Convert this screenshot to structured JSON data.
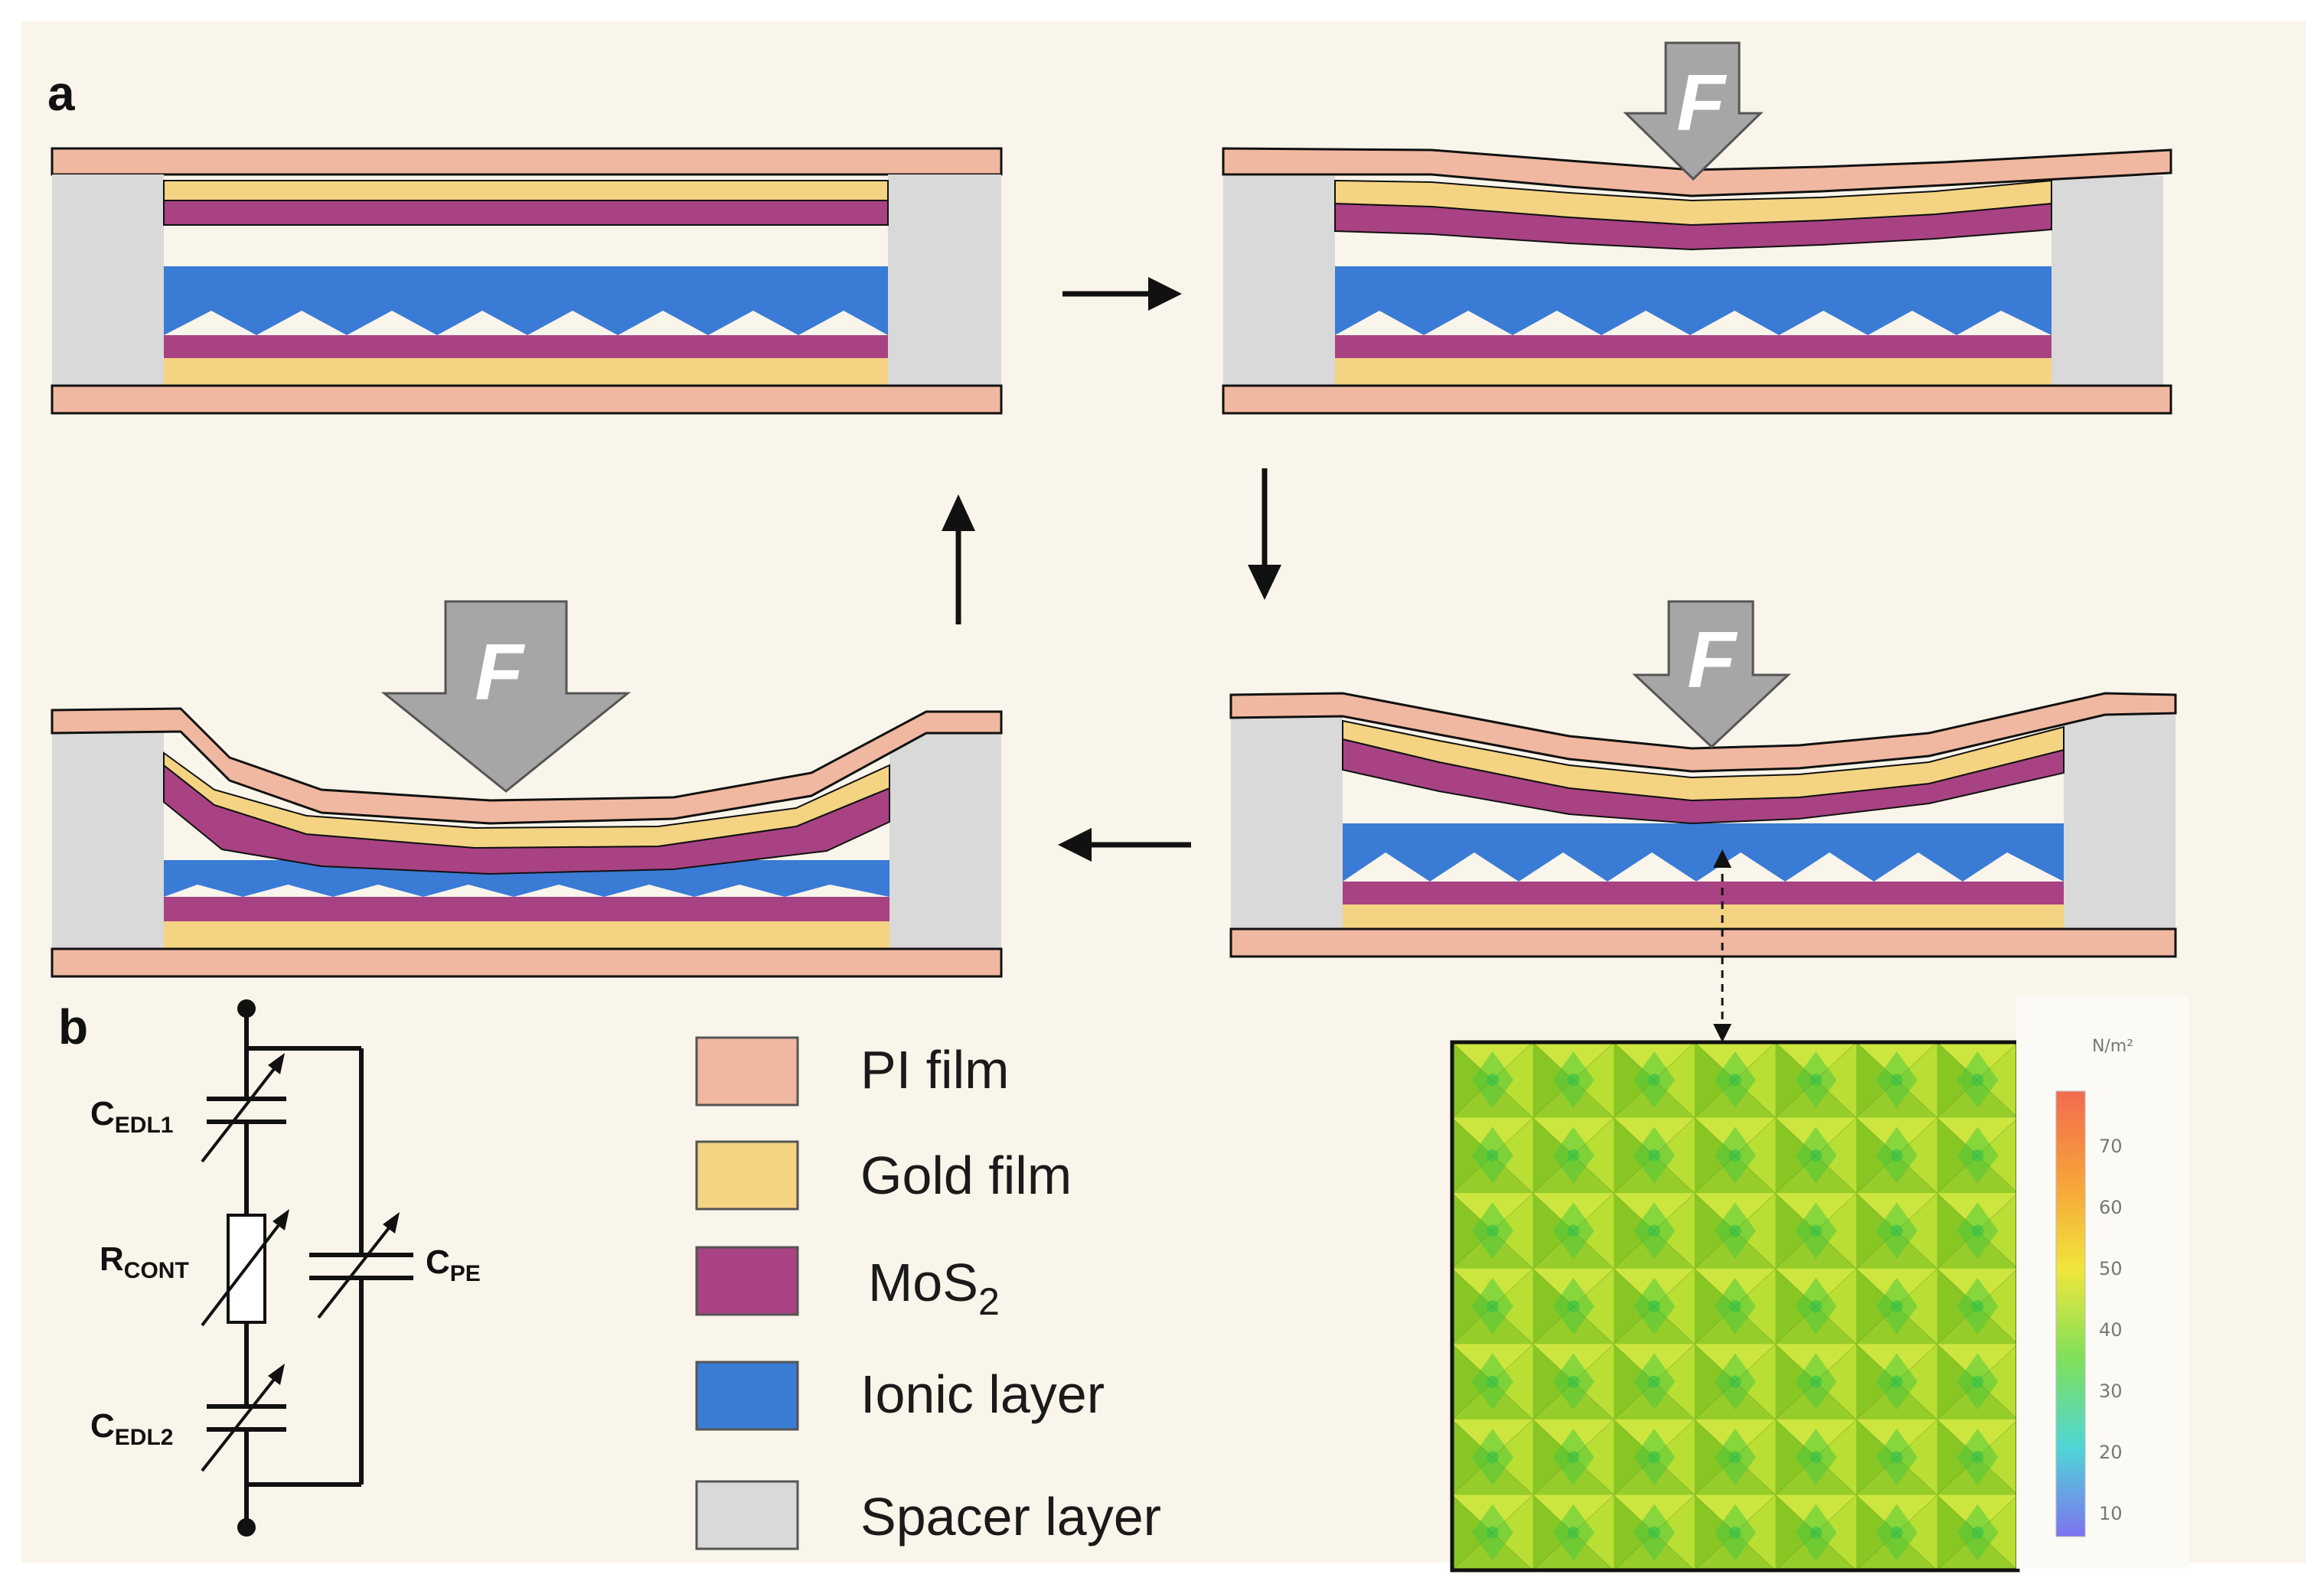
{
  "panels": {
    "a": "a",
    "b": "b"
  },
  "force_label": "F",
  "legend": [
    {
      "label": "PI film",
      "color": "#f0b8a0"
    },
    {
      "label": "Gold film",
      "color": "#f4d483"
    },
    {
      "label": "MoS",
      "sub": "2",
      "color": "#a84283"
    },
    {
      "label": "Ionic layer",
      "color": "#3a7bd5"
    },
    {
      "label": "Spacer layer",
      "color": "#d9d9d9"
    }
  ],
  "circuit": {
    "cedl1": {
      "main": "C",
      "sub": "EDL1"
    },
    "rcont": {
      "main": "R",
      "sub": "CONT"
    },
    "cpe": {
      "main": "C",
      "sub": "PE"
    },
    "cedl2": {
      "main": "C",
      "sub": "EDL2"
    }
  },
  "colorbar": {
    "unit": "N/m²",
    "ticks": [
      "70",
      "60",
      "50",
      "40",
      "30",
      "20",
      "10"
    ]
  },
  "colors": {
    "background": "#f9f5ea",
    "pi": "#f0b8a0",
    "gold": "#f4d483",
    "mos2": "#a84283",
    "ionic": "#3a7bd5",
    "spacer": "#d9d9d9",
    "arrow": "#a6a6a6"
  }
}
